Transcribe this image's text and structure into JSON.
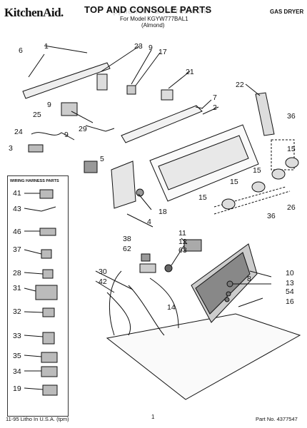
{
  "header": {
    "brand": "KitchenAid.",
    "title": "TOP AND CONSOLE PARTS",
    "model_line": "For Model KGYW777BAL1",
    "color_line": "(Almond)",
    "dryer_type": "GAS DRYER",
    "watermark": "AppliancePartsPros.com"
  },
  "harness_panel": {
    "title": "WIRING HARNESS PARTS",
    "callouts": [
      "41",
      "43",
      "46",
      "37",
      "28",
      "31",
      "32",
      "33",
      "35",
      "34",
      "19"
    ]
  },
  "callouts": [
    "1",
    "6",
    "23",
    "9",
    "17",
    "21",
    "22",
    "7",
    "2",
    "36",
    "25",
    "9",
    "29",
    "24",
    "9",
    "3",
    "5",
    "15",
    "15",
    "15",
    "15",
    "4",
    "18",
    "26",
    "36",
    "38",
    "62",
    "11",
    "12",
    "63",
    "30",
    "42",
    "14",
    "8",
    "10",
    "13",
    "54",
    "16"
  ],
  "footer": {
    "left": "11-95 Litho In U.S.A. (tpm)",
    "center": "1",
    "right": "Part No. 4377547"
  },
  "colors": {
    "ink": "#111111",
    "watermark": "#c9c9c9",
    "fill_dark": "#555555",
    "fill_light": "#dddddd"
  }
}
